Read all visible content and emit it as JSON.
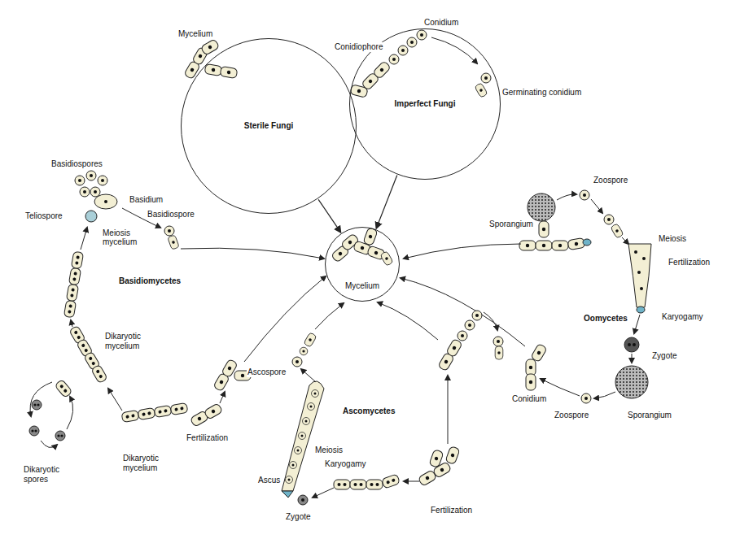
{
  "diagram": {
    "nodes": [
      {
        "text": [
          "Sterile Fungi"
        ]
      },
      {
        "text": [
          "Imperfect Fungi"
        ]
      },
      {
        "text": [
          "Mycelium"
        ]
      }
    ],
    "edges": [
      {
        "from": 0,
        "to": 2,
        "arrow": "to"
      },
      {
        "from": 1,
        "to": 2,
        "arrow": "to"
      }
    ],
    "labels": [
      "Mycelium",
      "Conidium",
      "Conidiophore",
      "Germinating conidium",
      "Zoospore",
      "Sporangium",
      "Meiosis",
      "Fertilization",
      "Oomycetes",
      "Karyogamy",
      "Zygote",
      "Sporangium",
      "Zoospore",
      "Conidium",
      "Ascomycetes",
      "Ascospore",
      "Ascus",
      "Zygote",
      "Meiosis",
      "Karyogamy",
      "Fertilization",
      "Basidiospores",
      "Basidium",
      "Basidiospore",
      "Teliospore",
      "Meiosis",
      "mycelium",
      "Basidiomycetes",
      "Dikaryotic mycelium",
      "Fertilization",
      "Dikaryotic mycelium",
      "Dikaryotic spores"
    ]
  }
}
